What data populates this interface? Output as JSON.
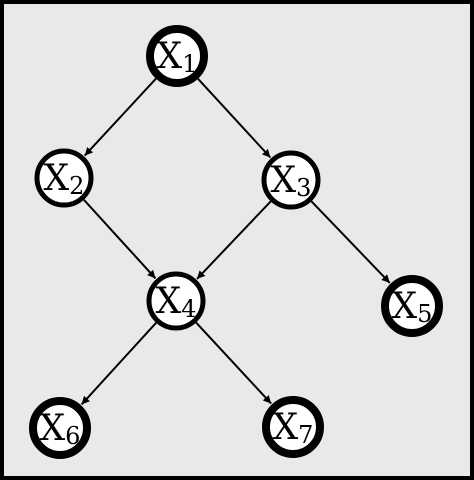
{
  "colors": {
    "background": "#e9e9e9",
    "border": "#000000",
    "node_fill": "#ffffff",
    "node_stroke": "#000000",
    "edge": "#000000"
  },
  "nodes": [
    {
      "id": "x1",
      "base": "X",
      "sub": "1"
    },
    {
      "id": "x2",
      "base": "X",
      "sub": "2"
    },
    {
      "id": "x3",
      "base": "X",
      "sub": "3"
    },
    {
      "id": "x4",
      "base": "X",
      "sub": "4"
    },
    {
      "id": "x5",
      "base": "X",
      "sub": "5"
    },
    {
      "id": "x6",
      "base": "X",
      "sub": "6"
    },
    {
      "id": "x7",
      "base": "X",
      "sub": "7"
    }
  ],
  "edges": [
    {
      "from": "x1",
      "to": "x2"
    },
    {
      "from": "x1",
      "to": "x3"
    },
    {
      "from": "x2",
      "to": "x4"
    },
    {
      "from": "x3",
      "to": "x4"
    },
    {
      "from": "x3",
      "to": "x5"
    },
    {
      "from": "x4",
      "to": "x6"
    },
    {
      "from": "x4",
      "to": "x7"
    }
  ]
}
